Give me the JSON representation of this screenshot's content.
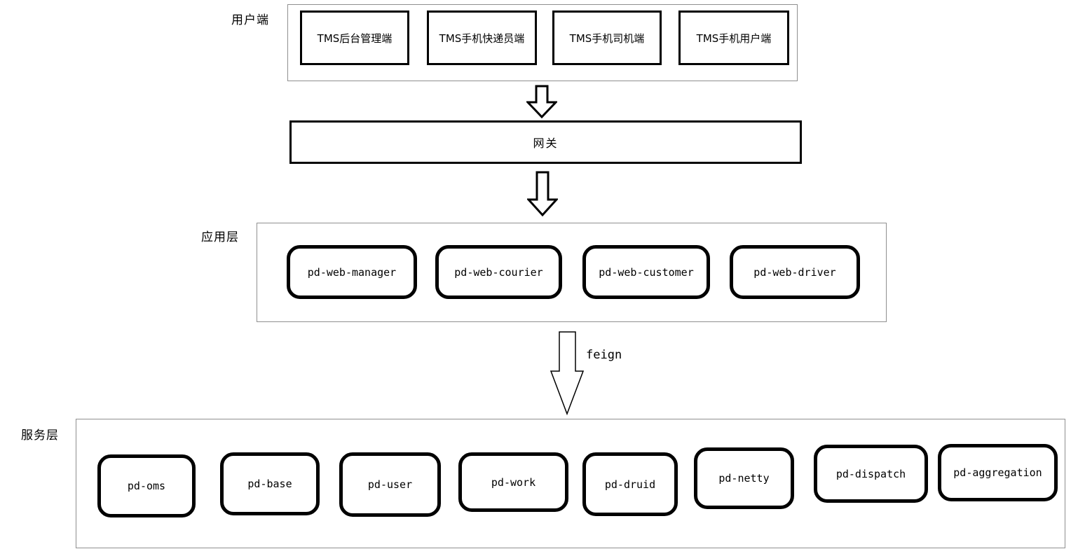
{
  "user_layer": {
    "label": "用户端",
    "boxes": [
      {
        "label": "TMS后台管理端"
      },
      {
        "label": "TMS手机快递员端"
      },
      {
        "label": "TMS手机司机端"
      },
      {
        "label": "TMS手机用户端"
      }
    ]
  },
  "gateway": {
    "label": "网关"
  },
  "app_layer": {
    "label": "应用层",
    "boxes": [
      {
        "label": "pd-web-manager"
      },
      {
        "label": "pd-web-courier"
      },
      {
        "label": "pd-web-customer"
      },
      {
        "label": "pd-web-driver"
      }
    ]
  },
  "feign": {
    "label": "feign"
  },
  "service_layer": {
    "label": "服务层",
    "boxes": [
      {
        "label": "pd-oms"
      },
      {
        "label": "pd-base"
      },
      {
        "label": "pd-user"
      },
      {
        "label": "pd-work"
      },
      {
        "label": "pd-druid"
      },
      {
        "label": "pd-netty"
      },
      {
        "label": "pd-dispatch"
      },
      {
        "label": "pd-aggregation"
      }
    ]
  },
  "colors": {
    "box_border": "#000000",
    "container_border": "#8f8f8f",
    "background": "#ffffff"
  }
}
